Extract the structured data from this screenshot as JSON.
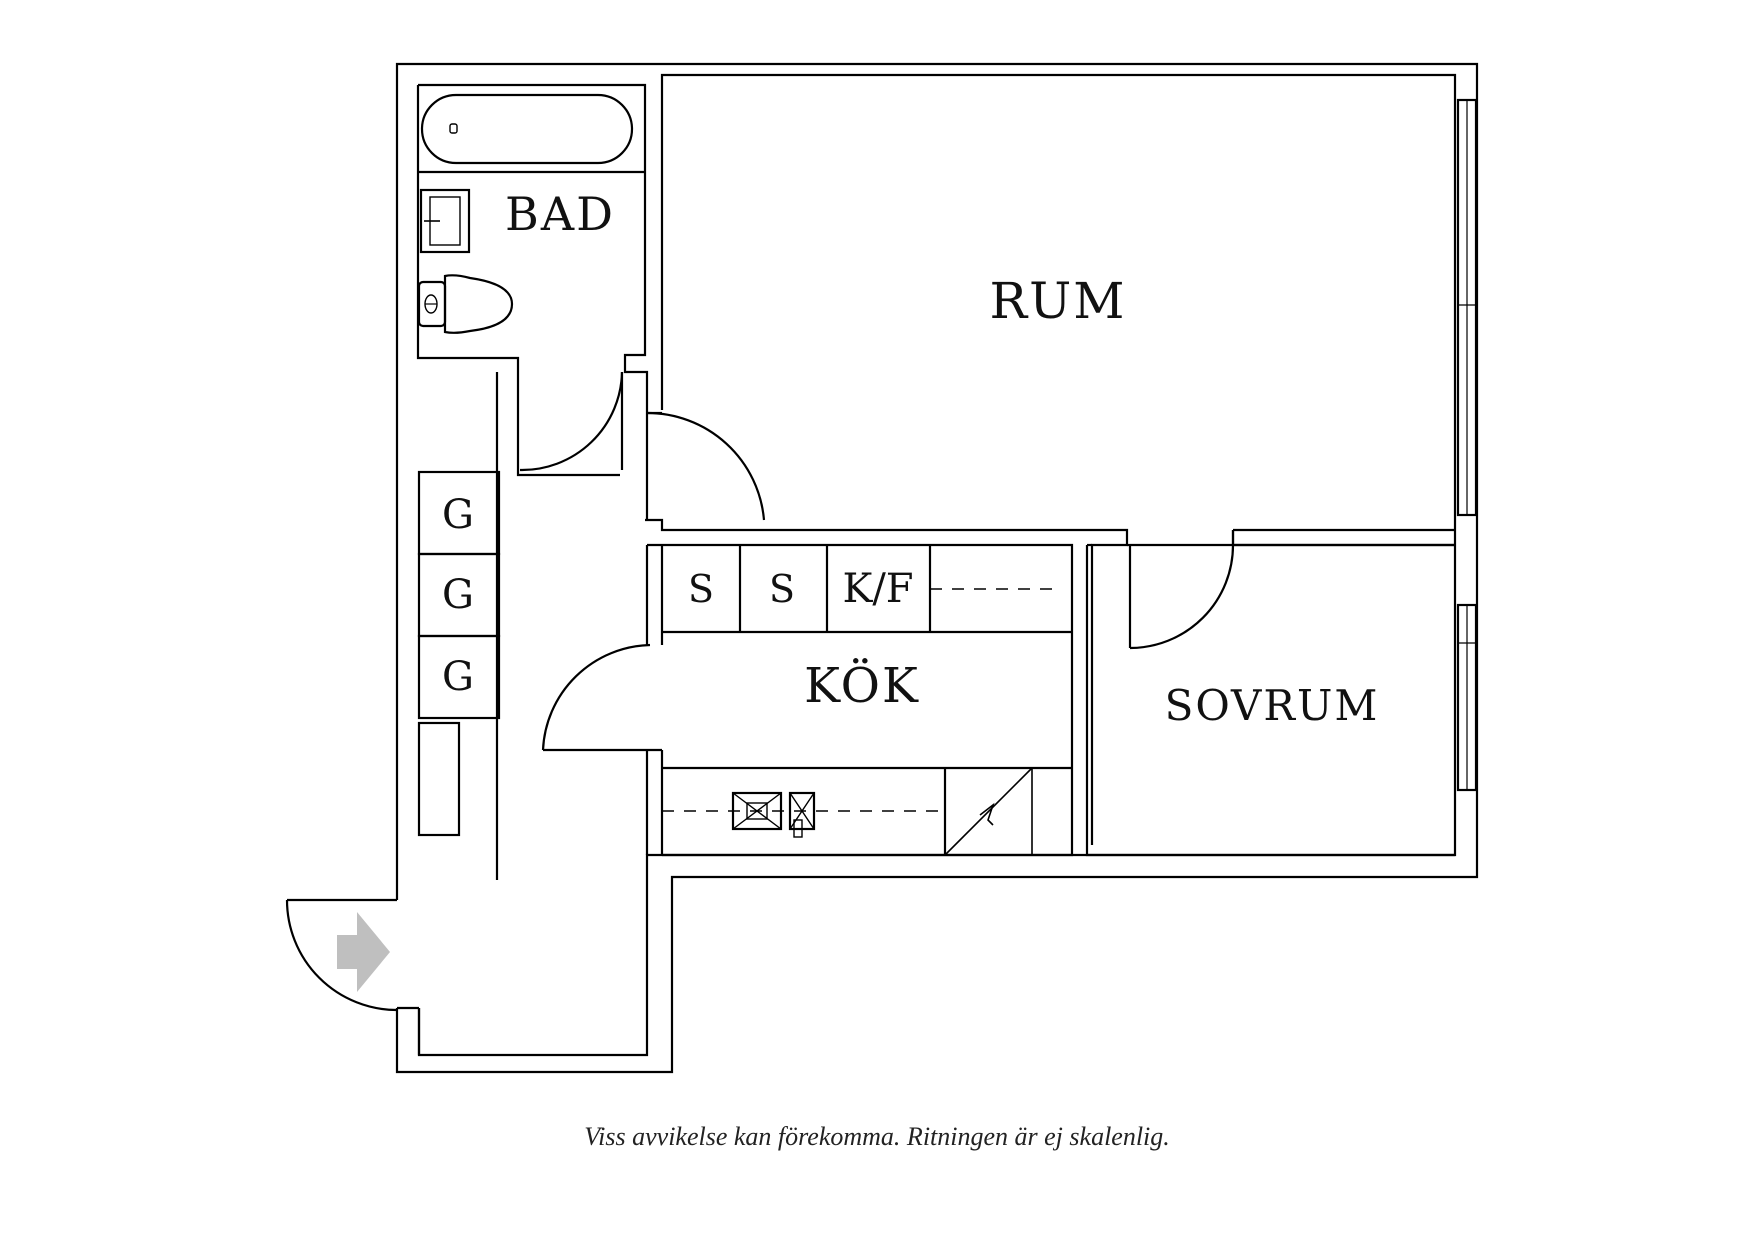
{
  "rooms": {
    "bad": "BAD",
    "rum": "RUM",
    "kok": "KÖK",
    "sovrum": "SOVRUM"
  },
  "fixtures": {
    "g1": "G",
    "g2": "G",
    "g3": "G",
    "s1": "S",
    "s2": "S",
    "kf": "K/F"
  },
  "entrance_arrow_color": "#bfbfbf",
  "caption": "Viss avvikelse kan förekomma. Ritningen är ej skalenlig."
}
